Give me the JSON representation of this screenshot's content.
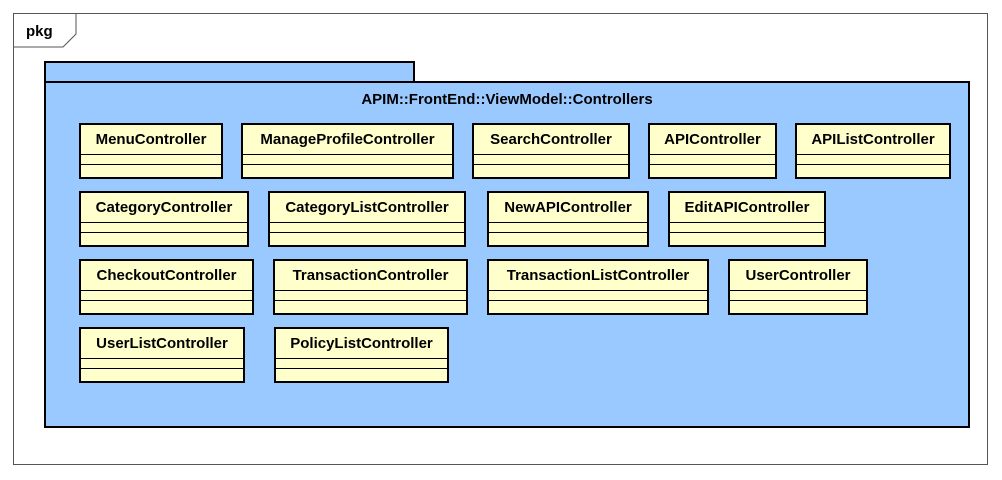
{
  "frame": {
    "label": "pkg"
  },
  "package": {
    "name": "APIM::FrontEnd::ViewModel::Controllers"
  },
  "classes": [
    {
      "name": "MenuController"
    },
    {
      "name": "ManageProfileController"
    },
    {
      "name": "SearchController"
    },
    {
      "name": "APIController"
    },
    {
      "name": "APIListController"
    },
    {
      "name": "CategoryController"
    },
    {
      "name": "CategoryListController"
    },
    {
      "name": "NewAPIController"
    },
    {
      "name": "EditAPIController"
    },
    {
      "name": "CheckoutController"
    },
    {
      "name": "TransactionController"
    },
    {
      "name": "TransactionListController"
    },
    {
      "name": "UserController"
    },
    {
      "name": "UserListController"
    },
    {
      "name": "PolicyListController"
    }
  ],
  "colors": {
    "package_fill": "#99c9ff",
    "class_fill": "#ffffcc",
    "stroke": "#000000"
  }
}
